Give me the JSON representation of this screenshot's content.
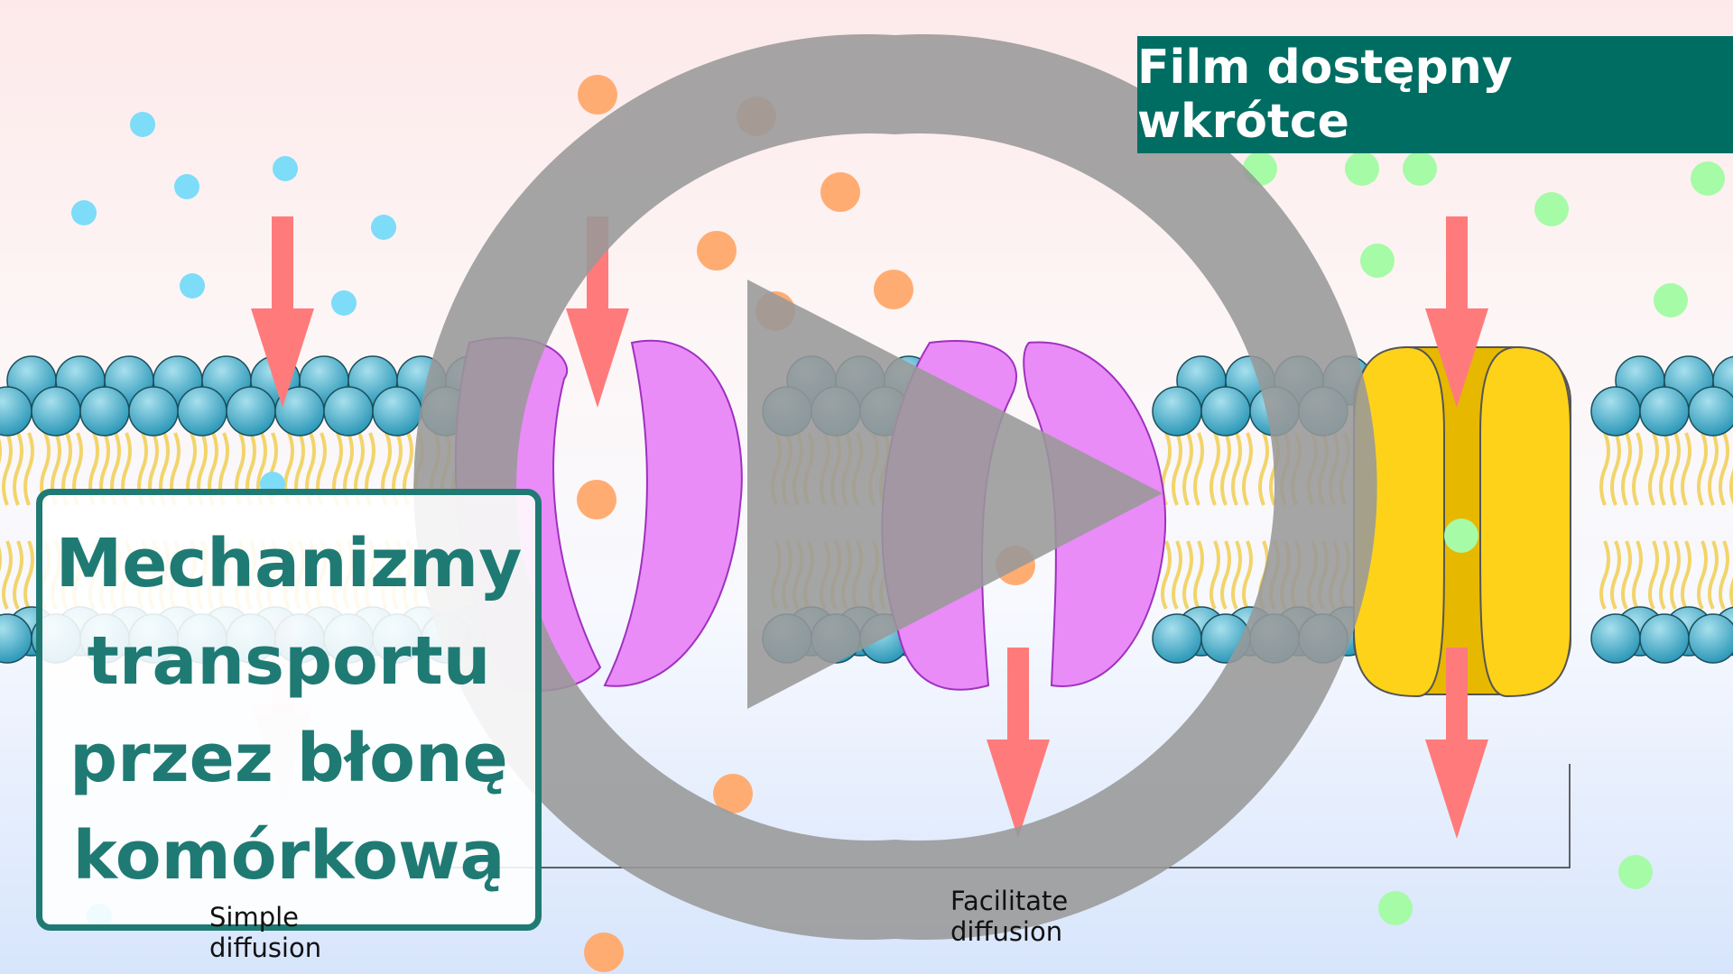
{
  "banner": {
    "text": "Film dostępny wkrótce"
  },
  "title": {
    "lines": [
      "Mechanizmy",
      "transportu",
      "przez błonę",
      "komórkową"
    ]
  },
  "diagram_labels": {
    "simple_line1": "Simple",
    "simple_line2": "diffusion",
    "facilitated_line1": "Facilitate",
    "facilitated_line2": "diffusion"
  },
  "play_button": {
    "icon": "play-icon"
  },
  "colors": {
    "accent": "#006d63",
    "title": "#1f7a74",
    "arrow": "#ff7b7b",
    "play": "#999999"
  }
}
